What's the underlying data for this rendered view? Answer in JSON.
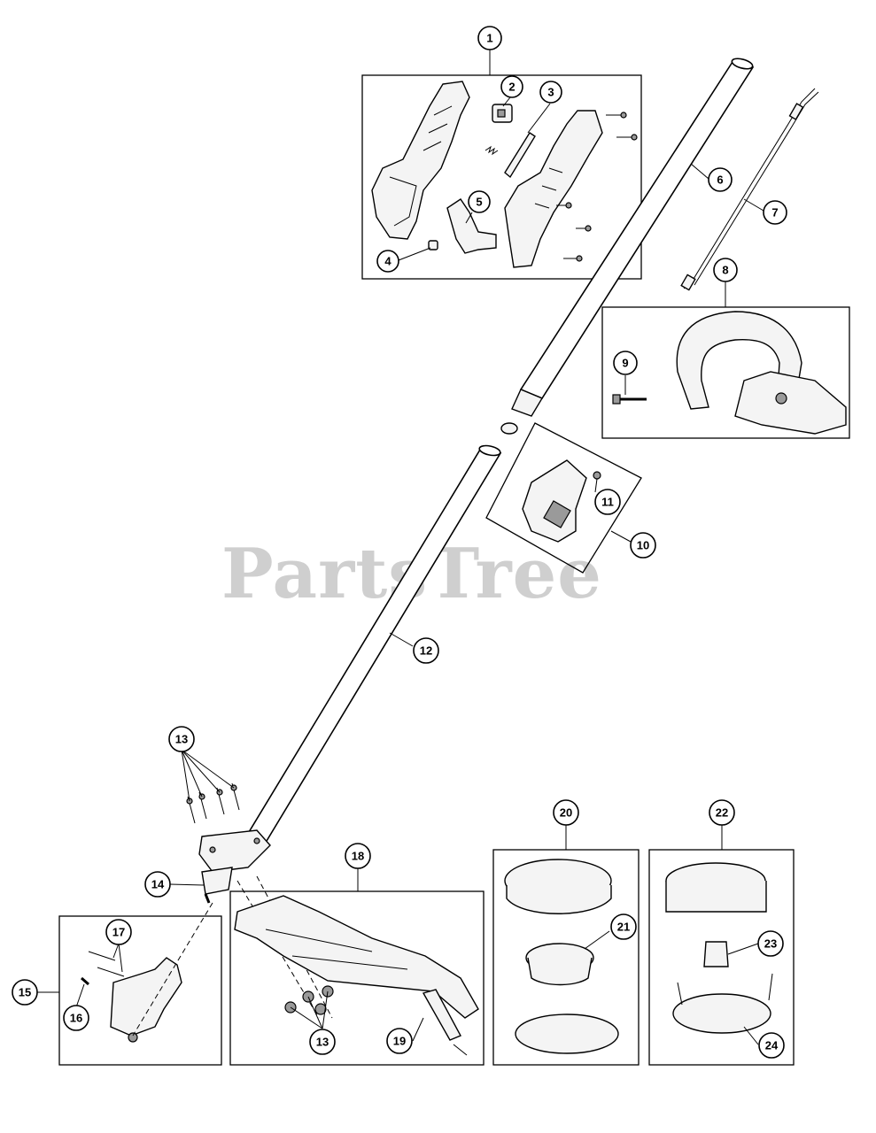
{
  "watermark": "PartsTree",
  "callouts": [
    "1",
    "2",
    "3",
    "4",
    "5",
    "6",
    "7",
    "8",
    "9",
    "10",
    "11",
    "12",
    "13",
    "14",
    "15",
    "16",
    "17",
    "13",
    "18",
    "19",
    "20",
    "21",
    "22",
    "23",
    "24"
  ]
}
